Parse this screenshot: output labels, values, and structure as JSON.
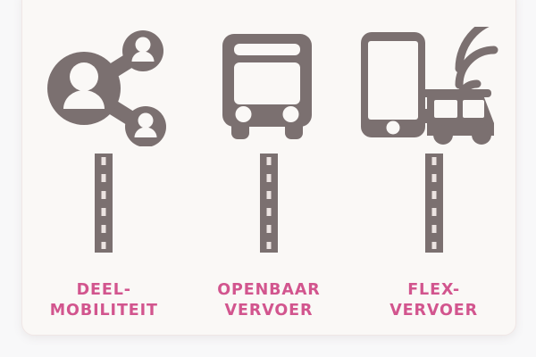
{
  "card": {
    "background_color": "#faf8f6",
    "border_color": "#f0e7e6"
  },
  "theme": {
    "icon_color": "#7b7070",
    "label_color": "#d2558e",
    "road_color": "#7b7070",
    "road_dash_color": "#ece4e2",
    "page_background": "#f8f8f9"
  },
  "columns": [
    {
      "icon_name": "share-people-icon",
      "icon_alt": "share-mobility",
      "road_name": "road-graphic",
      "label_line1": "DEEL-",
      "label_line2": "MOBILITEIT"
    },
    {
      "icon_name": "bus-icon",
      "icon_alt": "public-transport",
      "road_name": "road-graphic",
      "label_line1": "OPENBAAR",
      "label_line2": "VERVOER"
    },
    {
      "icon_name": "phone-van-wifi-icon",
      "icon_alt": "flex-transport",
      "road_name": "road-graphic",
      "label_line1": "FLEX-",
      "label_line2": "VERVOER"
    }
  ]
}
